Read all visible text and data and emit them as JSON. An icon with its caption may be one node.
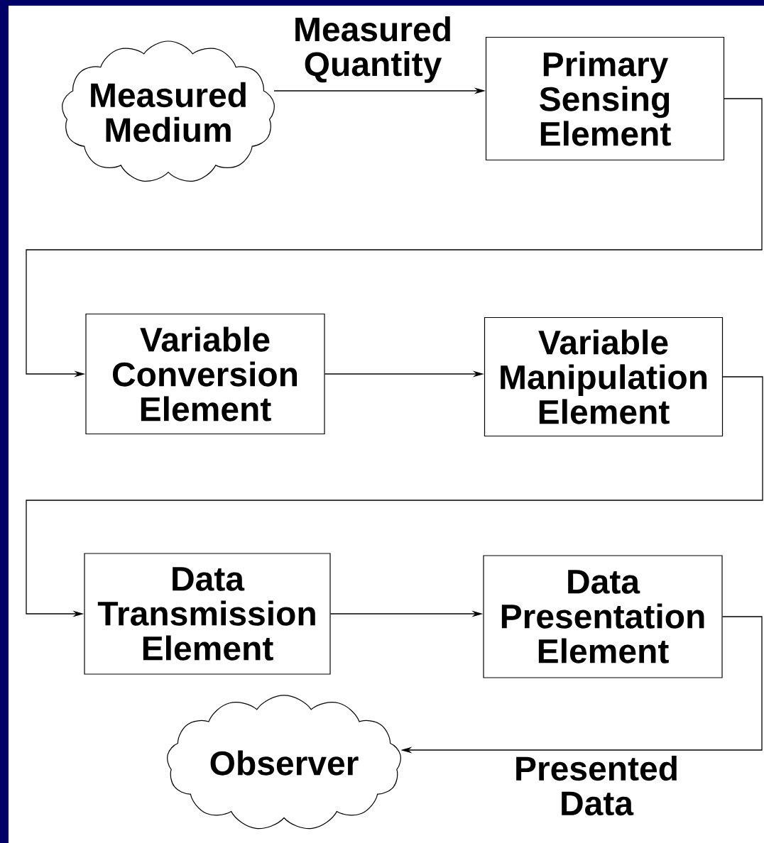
{
  "diagram": {
    "nodes": [
      {
        "text": [
          "Measured Medium"
        ]
      },
      {
        "text": [
          "Primary Sensing Element"
        ]
      },
      {
        "text": [
          "Variable Conversion Element"
        ]
      },
      {
        "text": [
          "Variable Manipulation Element"
        ]
      },
      {
        "text": [
          "Data Transmission Element"
        ]
      },
      {
        "text": [
          "Data Presentation Element"
        ]
      },
      {
        "text": [
          "Observer"
        ]
      }
    ],
    "edges": [
      {
        "from": 0,
        "to": 1,
        "arrow": "to",
        "label": "Measured Quantity"
      },
      {
        "from": 1,
        "to": 2,
        "arrow": "to"
      },
      {
        "from": 2,
        "to": 3,
        "arrow": "to"
      },
      {
        "from": 3,
        "to": 4,
        "arrow": "to"
      },
      {
        "from": 4,
        "to": 5,
        "arrow": "to"
      },
      {
        "from": 5,
        "to": 6,
        "arrow": "to",
        "label": "Presented Data"
      }
    ]
  }
}
